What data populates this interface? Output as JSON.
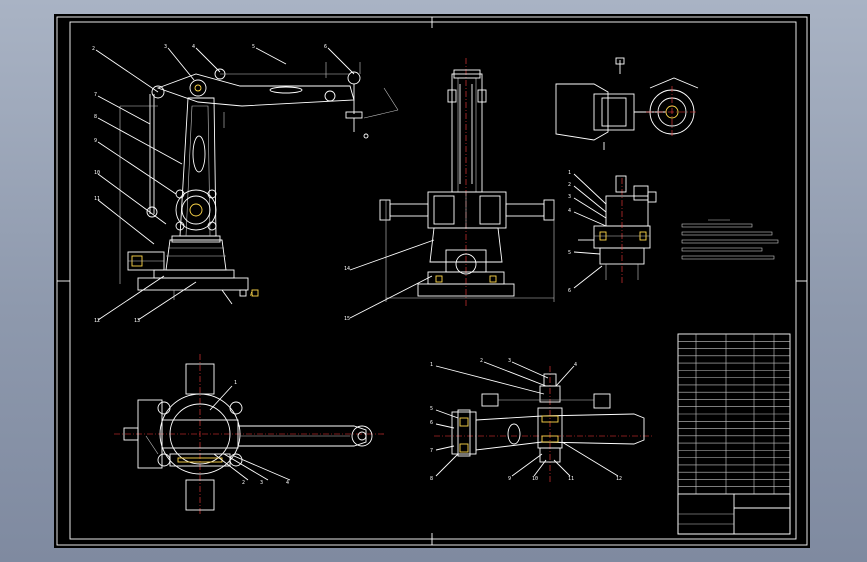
{
  "drawing": {
    "title": "",
    "colors": {
      "background": "#000000",
      "line": "#ffffff",
      "highlight": "#ffd84a",
      "centerline": "#ff3b3b",
      "frame_bg": "#8e99ad"
    },
    "views": [
      {
        "id": "side-elevation",
        "name": ""
      },
      {
        "id": "front-elevation",
        "name": ""
      },
      {
        "id": "detail-top-right",
        "name": ""
      },
      {
        "id": "detail-mid-right",
        "name": ""
      },
      {
        "id": "plan-view",
        "name": ""
      },
      {
        "id": "section-view",
        "name": ""
      }
    ],
    "title_block": {
      "rows": 22
    }
  }
}
